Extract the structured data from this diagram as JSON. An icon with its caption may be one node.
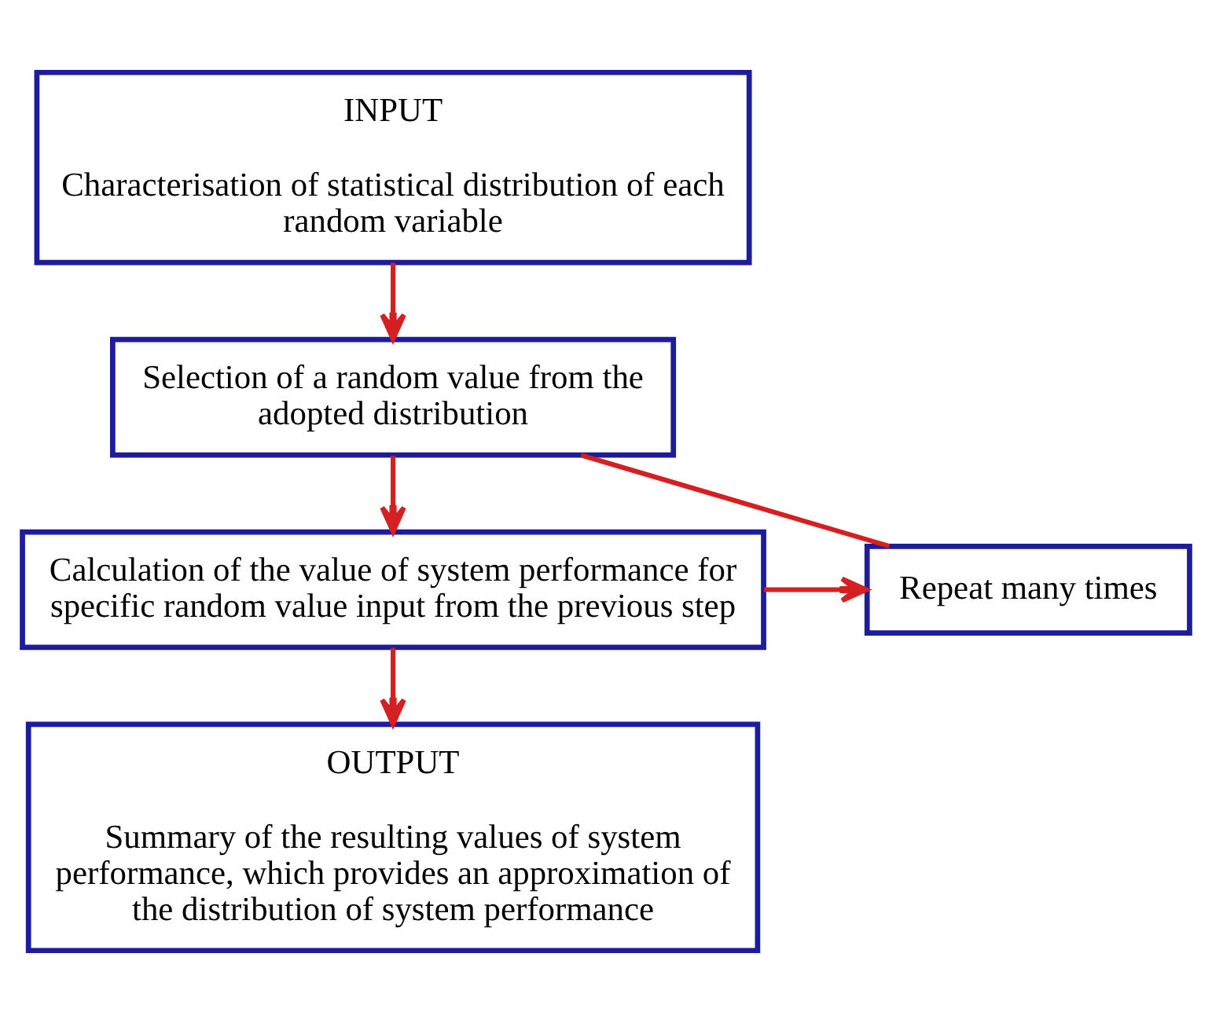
{
  "diagram": {
    "nodes": [
      {
        "text": [
          "INPUT",
          "Characterisation of statistical distribution of each random variable"
        ]
      },
      {
        "text": [
          "Selection of a random value from the adopted distribution"
        ]
      },
      {
        "text": [
          "Calculation of the value of system performance for specific random value input from the previous step"
        ]
      },
      {
        "text": [
          "Repeat many times"
        ]
      },
      {
        "text": [
          "OUTPUT",
          "Summary of the resulting values of system performance, which provides an approximation of the distribution of system performance"
        ]
      }
    ],
    "edges": [
      {
        "from": 0,
        "to": 1,
        "arrow": "to"
      },
      {
        "from": 1,
        "to": 2,
        "arrow": "to"
      },
      {
        "from": 2,
        "to": 4,
        "arrow": "to"
      },
      {
        "from": 2,
        "to": 3,
        "arrow": "to"
      },
      {
        "from": 3,
        "to": 1,
        "arrow": "none"
      }
    ]
  }
}
